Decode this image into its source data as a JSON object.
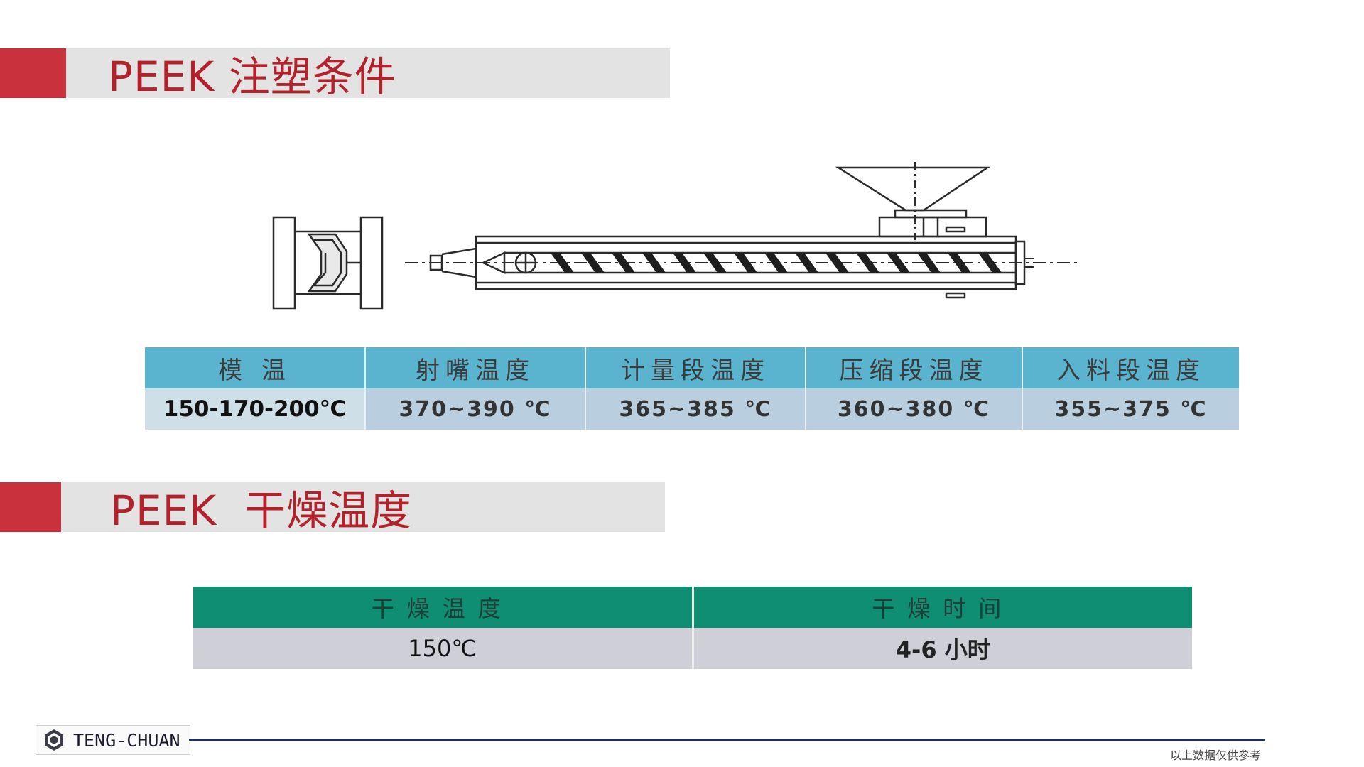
{
  "section1": {
    "title": "PEEK 注塑条件"
  },
  "section2": {
    "title": "PEEK  干燥温度"
  },
  "injection_table": {
    "headers": [
      "模 温",
      "射嘴温度",
      "计量段温度",
      "压缩段温度",
      "入料段温度"
    ],
    "values": [
      "150-170-200℃",
      "370~390 ℃",
      "365~385 ℃",
      "360~380 ℃",
      "355~375 ℃"
    ]
  },
  "drying_table": {
    "headers": [
      "干燥温度",
      "干燥时间"
    ],
    "values": [
      "150℃",
      "4-6 小时"
    ]
  },
  "footer": {
    "logo_text": "TENG-CHUAN",
    "disclaimer": "以上数据仅供参考",
    "line_color": "#1c2f6b"
  },
  "colors": {
    "accent_red": "#c9323c",
    "title_red": "#b3212b",
    "table1_header": "#5ab3cf",
    "table1_cell": "#b9cfdf",
    "table2_header": "#0f8e74",
    "table2_cell": "#cfd0d7"
  },
  "icons": {
    "logo": "hexagon-logo-icon",
    "diagram": "injection-molding-machine-icon"
  }
}
